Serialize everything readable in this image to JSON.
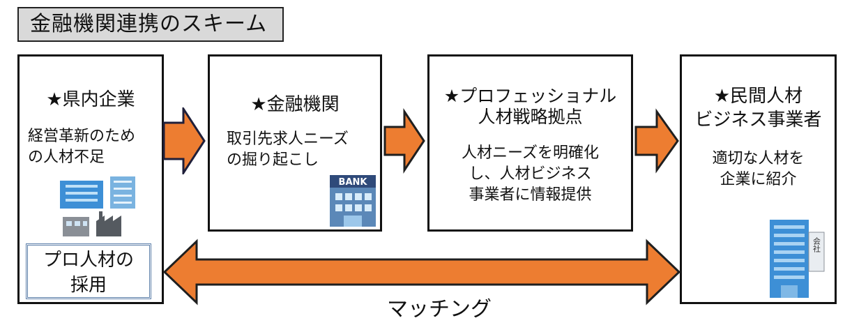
{
  "title": "金融機関連携のスキーム",
  "boxes": {
    "company": {
      "heading": "★県内企業",
      "text": "経営革新のため\nの人材不足",
      "hire_label": "プロ人材の\n採用"
    },
    "bank": {
      "heading": "★金融機関",
      "text": "取引先求人ニーズ\nの掘り起こし",
      "bank_sign": "BANK"
    },
    "pro": {
      "heading": "★プロフェッショナル\n人材戦略拠点",
      "text": "人材ニーズを明確化\nし、人材ビジネス\n事業者に情報提供"
    },
    "private": {
      "heading": "★民間人材\nビジネス事業者",
      "text": "適切な人材を\n企業に紹介",
      "company_sign": "会社"
    }
  },
  "matching_label": "マッチング",
  "colors": {
    "arrow_fill": "#ed7d31",
    "arrow_stroke": "#1f1f3a",
    "border": "#111111",
    "title_bg": "#d9d9d9",
    "building_blue": "#3d8fd6"
  }
}
